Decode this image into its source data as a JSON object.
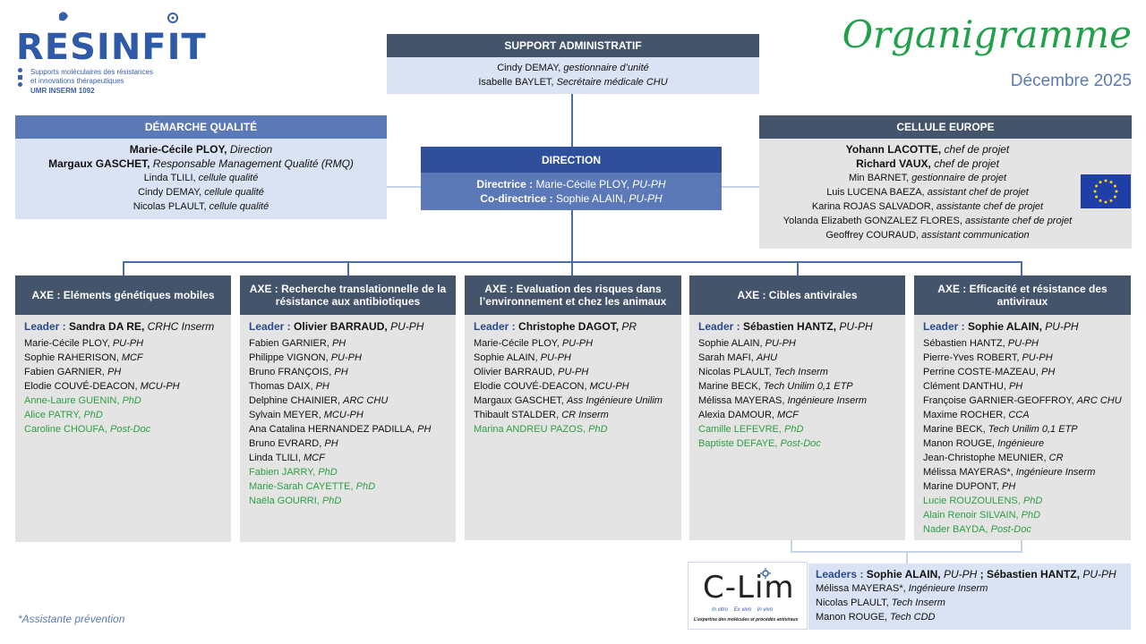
{
  "logo": {
    "name": "RESINFIT",
    "subtitle1": "Supports moléculaires des résistances",
    "subtitle2": "et innovations thérapeutiques",
    "unit": "UMR INSERM 1092"
  },
  "title": "Organigramme",
  "date": "Décembre 2025",
  "support": {
    "title": "SUPPORT ADMINISTRATIF",
    "members": [
      {
        "name": "Cindy DEMAY,",
        "role": "gestionnaire d’unité"
      },
      {
        "name": "Isabelle BAYLET,",
        "role": "Secrétaire médicale CHU"
      }
    ]
  },
  "qualite": {
    "title": "DÉMARCHE QUALITÉ",
    "members": [
      {
        "name": "Marie-Cécile PLOY,",
        "role": "Direction",
        "bold": true
      },
      {
        "name": "Margaux GASCHET,",
        "role": "Responsable Management Qualité (RMQ)",
        "bold": true
      },
      {
        "name": "Linda TLILI,",
        "role": "cellule qualité"
      },
      {
        "name": "Cindy DEMAY,",
        "role": "cellule qualité"
      },
      {
        "name": "Nicolas PLAULT,",
        "role": "cellule qualité"
      }
    ]
  },
  "direction": {
    "title": "DIRECTION",
    "lines": [
      {
        "label": "Directrice :",
        "name": "Marie-Cécile PLOY,",
        "role": "PU-PH"
      },
      {
        "label": "Co-directrice :",
        "name": "Sophie ALAIN,",
        "role": "PU-PH"
      }
    ]
  },
  "europe": {
    "title": "CELLULE EUROPE",
    "flag_colors": {
      "bg": "#1f3fa8",
      "stars": "#ffd400"
    },
    "members": [
      {
        "name": "Yohann LACOTTE,",
        "role": "chef de projet",
        "bold": true
      },
      {
        "name": "Richard VAUX,",
        "role": "chef de projet",
        "bold": true
      },
      {
        "name": "Min BARNET,",
        "role": "gestionnaire de projet"
      },
      {
        "name": "Luis LUCENA  BAEZA,",
        "role": "assistant chef de projet"
      },
      {
        "name": "Karina ROJAS SALVADOR,",
        "role": "assistante chef de projet"
      },
      {
        "name": "Yolanda Elizabeth GONZALEZ FLORES,",
        "role": "assistante chef de projet"
      },
      {
        "name": "Geoffrey COURAUD,",
        "role": "assistant communication"
      }
    ]
  },
  "axes": [
    {
      "title": "AXE : Eléments génétiques mobiles",
      "leader": {
        "label": "Leader :",
        "name": "Sandra DA RE,",
        "role": "CRHC Inserm"
      },
      "members": [
        {
          "name": "Marie-Cécile PLOY,",
          "role": "PU-PH"
        },
        {
          "name": "Sophie RAHERISON,",
          "role": "MCF"
        },
        {
          "name": "Fabien GARNIER,",
          "role": "PH"
        },
        {
          "name": "Elodie COUVÉ-DEACON,",
          "role": "MCU-PH"
        },
        {
          "name": "Anne-Laure  GUENIN,",
          "role": "PhD",
          "green": true
        },
        {
          "name": "Alice PATRY,",
          "role": "PhD",
          "green": true
        },
        {
          "name": "Caroline CHOUFA,",
          "role": "Post-Doc",
          "green": true
        }
      ]
    },
    {
      "title": "AXE : Recherche translationnelle de la résistance aux antibiotiques",
      "leader": {
        "label": "Leader :",
        "name": "Olivier  BARRAUD,",
        "role": "PU-PH"
      },
      "members": [
        {
          "name": "Fabien GARNIER,",
          "role": "PH"
        },
        {
          "name": "Philippe VIGNON,",
          "role": "PU-PH"
        },
        {
          "name": "Bruno FRANÇOIS,",
          "role": "PH"
        },
        {
          "name": "Thomas DAIX,",
          "role": "PH"
        },
        {
          "name": "Delphine CHAINIER,",
          "role": "ARC CHU"
        },
        {
          "name": "Sylvain MEYER,",
          "role": "MCU-PH"
        },
        {
          "name": "Ana Catalina HERNANDEZ PADILLA,",
          "role": "PH"
        },
        {
          "name": "Bruno EVRARD,",
          "role": "PH"
        },
        {
          "name": "Linda TLILI,",
          "role": "MCF"
        },
        {
          "name": "Fabien JARRY,",
          "role": "PhD",
          "green": true
        },
        {
          "name": "Marie-Sarah CAYETTE,",
          "role": "PhD",
          "green": true
        },
        {
          "name": "Naëla GOURRI,",
          "role": "PhD",
          "green": true
        }
      ]
    },
    {
      "title": "AXE : Evaluation des risques dans l’environnement et chez les animaux",
      "leader": {
        "label": "Leader :",
        "name": "Christophe DAGOT,",
        "role": "PR"
      },
      "members": [
        {
          "name": "Marie-Cécile PLOY,",
          "role": "PU-PH"
        },
        {
          "name": "Sophie ALAIN,",
          "role": "PU-PH"
        },
        {
          "name": "Olivier BARRAUD,",
          "role": "PU-PH"
        },
        {
          "name": "Elodie COUVÉ-DEACON,",
          "role": "MCU-PH"
        },
        {
          "name": "Margaux GASCHET,",
          "role": "Ass Ingénieure Unilim"
        },
        {
          "name": "Thibault STALDER,",
          "role": "CR Inserm"
        },
        {
          "name": "Marina ANDREU PAZOS,",
          "role": "PhD",
          "green": true
        }
      ]
    },
    {
      "title": "AXE : Cibles antivirales",
      "leader": {
        "label": "Leader :",
        "name": "Sébastien HANTZ,",
        "role": "PU-PH"
      },
      "members": [
        {
          "name": "Sophie ALAIN,",
          "role": "PU-PH"
        },
        {
          "name": "Sarah MAFI,",
          "role": "AHU"
        },
        {
          "name": "Nicolas PLAULT,",
          "role": "Tech Inserm"
        },
        {
          "name": "Marine BECK,",
          "role": "Tech Unilim 0,1 ETP"
        },
        {
          "name": "Mélissa MAYERAS,",
          "role": "Ingénieure Inserm"
        },
        {
          "name": "Alexia DAMOUR,",
          "role": "MCF"
        },
        {
          "name": "Camille LEFEVRE,",
          "role": "PhD",
          "green": true
        },
        {
          "name": "Baptiste DEFAYE,",
          "role": "Post-Doc",
          "green": true
        }
      ]
    },
    {
      "title": "AXE : Efficacité  et résistance des antiviraux",
      "leader": {
        "label": "Leader :",
        "name": "Sophie ALAIN,",
        "role": "PU-PH"
      },
      "members": [
        {
          "name": "Sébastien HANTZ,",
          "role": "PU-PH"
        },
        {
          "name": "Pierre-Yves ROBERT,",
          "role": "PU-PH"
        },
        {
          "name": "Perrine COSTE-MAZEAU,",
          "role": "PH"
        },
        {
          "name": "Clément  DANTHU,",
          "role": "PH"
        },
        {
          "name": "Françoise GARNIER-GEOFFROY,",
          "role": "ARC CHU"
        },
        {
          "name": "Maxime ROCHER,",
          "role": "CCA"
        },
        {
          "name": "Marine BECK,",
          "role": "Tech Unilim 0,1 ETP"
        },
        {
          "name": "Manon ROUGE,",
          "role": "Ingénieure"
        },
        {
          "name": "Jean-Christophe MEUNIER,",
          "role": "CR"
        },
        {
          "name": "Mélissa MAYERAS*,",
          "role": "Ingénieure Inserm"
        },
        {
          "name": "Marine DUPONT,",
          "role": "PH"
        },
        {
          "name": "Lucie ROUZOULENS,",
          "role": "PhD",
          "green": true
        },
        {
          "name": "Alain Renoir SILVAIN,",
          "role": "PhD",
          "green": true
        },
        {
          "name": "Nader BAYDA,",
          "role": "Post-Doc",
          "green": true
        }
      ]
    }
  ],
  "clim": {
    "logo_text": "C-Lim",
    "logo_tags": [
      "In vitro",
      "Ex vivo",
      "In vivo"
    ],
    "logo_caption": "L’expertise des molécules et procédés antiviraux",
    "leaders": {
      "label": "Leaders :",
      "name1": "Sophie ALAIN,",
      "role1": "PU-PH",
      "sep": " ; ",
      "name2": "Sébastien HANTZ,",
      "role2": "PU-PH"
    },
    "members": [
      {
        "name": "Mélissa MAYERAS*,",
        "role": "Ingénieure Inserm"
      },
      {
        "name": "Nicolas PLAULT,",
        "role": "Tech Inserm"
      },
      {
        "name": "Manon ROUGE,",
        "role": "Tech CDD"
      }
    ]
  },
  "footnote": "*Assistante prévention"
}
